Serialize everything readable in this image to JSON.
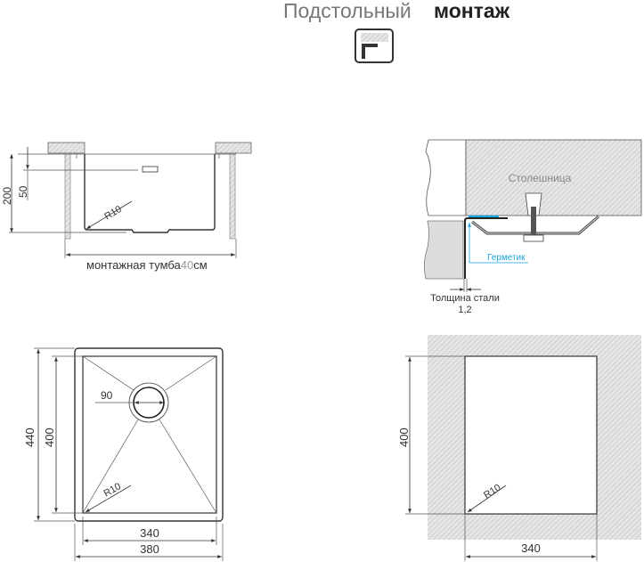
{
  "header": {
    "title_light": "Подстольный",
    "title_bold": "монтаж",
    "icon": "undermount-icon"
  },
  "side_view": {
    "dim_depth": "200",
    "dim_overflow": "50",
    "radius": "R10",
    "cabinet_label": "монтажная тумба",
    "cabinet_size": "40",
    "cabinet_unit": "см"
  },
  "section_view": {
    "countertop_label": "Столешница",
    "sealant_label": "Герметик",
    "thickness_label": "Толщина стали",
    "thickness_value": "1,2"
  },
  "top_view": {
    "outer_length": "440",
    "inner_length": "400",
    "drain_diameter": "90",
    "radius": "R10",
    "inner_width": "340",
    "outer_width": "380"
  },
  "cutout_view": {
    "length": "400",
    "radius": "R10",
    "width": "340"
  },
  "colors": {
    "accent_blue": "#1aa3e0",
    "line": "#333333",
    "hatch": "#bdbdbd"
  }
}
